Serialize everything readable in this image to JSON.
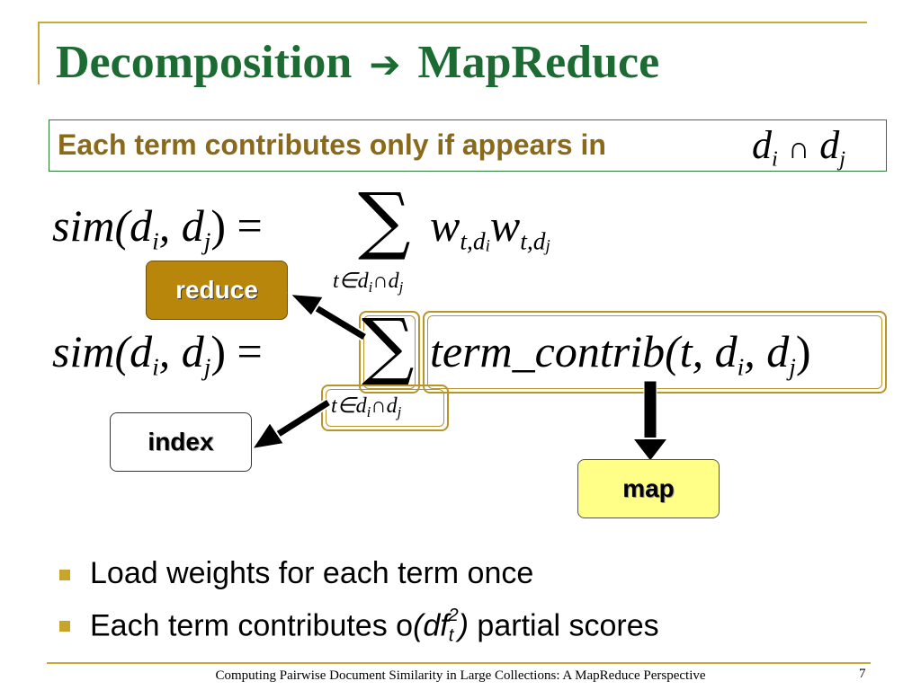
{
  "slide": {
    "title_left": "Decomposition",
    "title_arrow": "➔",
    "title_right": "MapReduce",
    "callout": "Each term contributes only if appears in",
    "callout_math": {
      "d1": "d",
      "i": "i",
      "cap": "∩",
      "d2": "d",
      "j": "j"
    },
    "eq1": {
      "lhs": "sim(d",
      "i": "i",
      "comma": ", d",
      "j": "j",
      "rhs": ") =",
      "sigma": "∑",
      "w1": "w",
      "sub1": "t,d",
      "sub1i": "i",
      "w2": "w",
      "sub2": "t,d",
      "sub2j": "j",
      "under": "t∈d",
      "under_i": "i",
      "under_cap": "∩d",
      "under_j": "j"
    },
    "eq2": {
      "lhs": "sim(d",
      "i": "i",
      "comma": ", d",
      "j": "j",
      "rhs": ") =",
      "sigma": "∑",
      "term": "term_contrib(t, d",
      "ti": "i",
      "tcomma": ", d",
      "tj": "j",
      "tclose": ")",
      "under": "t∈d",
      "under_i": "i",
      "under_cap": "∩d",
      "under_j": "j"
    },
    "labels": {
      "reduce": "reduce",
      "index": "index",
      "map": "map"
    },
    "bullets": [
      {
        "prefix": "Load weights for each term once"
      },
      {
        "prefix": "Each term contributes o",
        "math": "(df",
        "sub": "t",
        "sup": "2",
        "close": ")",
        "suffix": " partial scores"
      }
    ],
    "footer": "Computing Pairwise Document Similarity in Large Collections: A MapReduce Perspective",
    "page_number": "7"
  },
  "colors": {
    "title": "#1b6b33",
    "callout_text": "#8a6a1a",
    "reduce_box": "#b8860b",
    "map_box": "#ffff88",
    "accent": "#c8a93a"
  }
}
